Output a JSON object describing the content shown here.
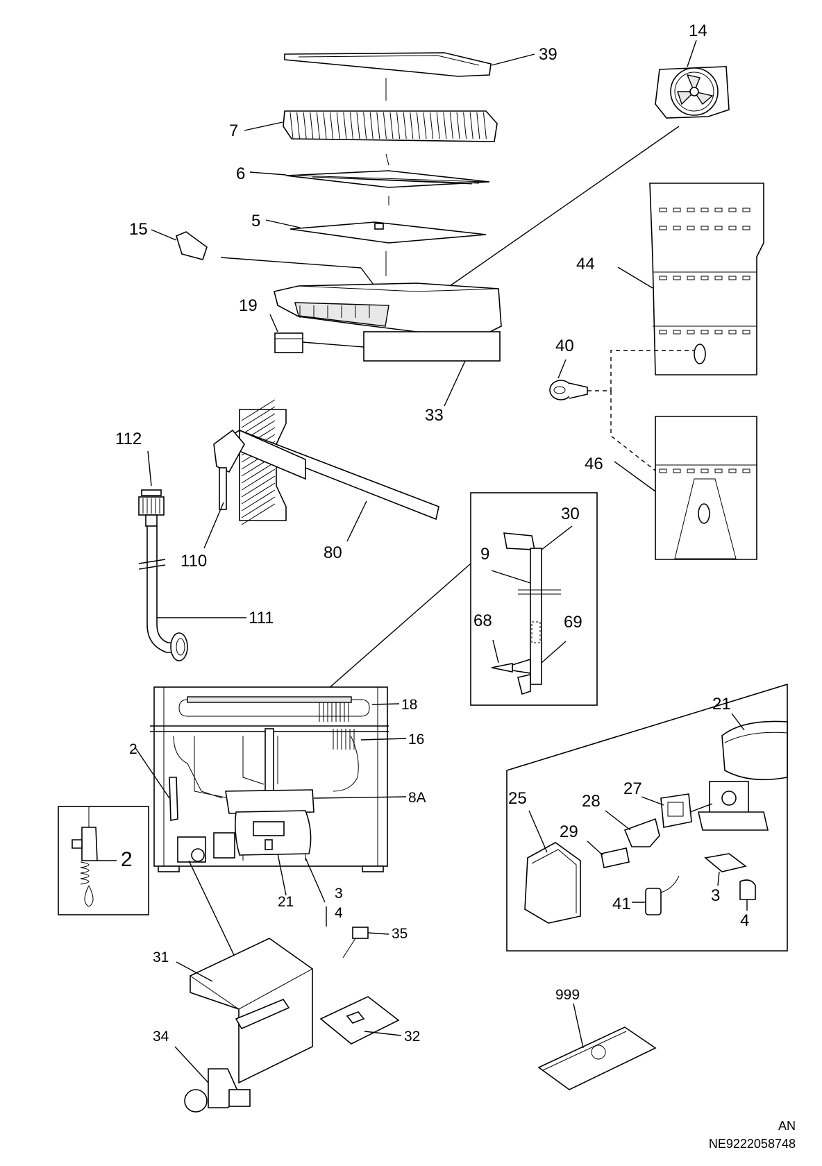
{
  "labels": {
    "p14": "14",
    "p39": "39",
    "p7": "7",
    "p6": "6",
    "p5": "5",
    "p15": "15",
    "p19": "19",
    "p33": "33",
    "p44": "44",
    "p40": "40",
    "p46": "46",
    "p112": "112",
    "p110": "110",
    "p80": "80",
    "p111": "111",
    "p30": "30",
    "p9": "9",
    "p68": "68",
    "p69": "69",
    "p18": "18",
    "p16": "16",
    "p2a": "2",
    "p8a": "8A",
    "p2b": "2",
    "p21a": "21",
    "p3a": "3",
    "p4a": "4",
    "p21b": "21",
    "p25": "25",
    "p27": "27",
    "p28": "28",
    "p29": "29",
    "p41": "41",
    "p3b": "3",
    "p4b": "4",
    "p31": "31",
    "p35": "35",
    "p34": "34",
    "p32": "32",
    "p999": "999"
  },
  "footer": {
    "line1": "AN",
    "line2": "NE9222058748"
  }
}
